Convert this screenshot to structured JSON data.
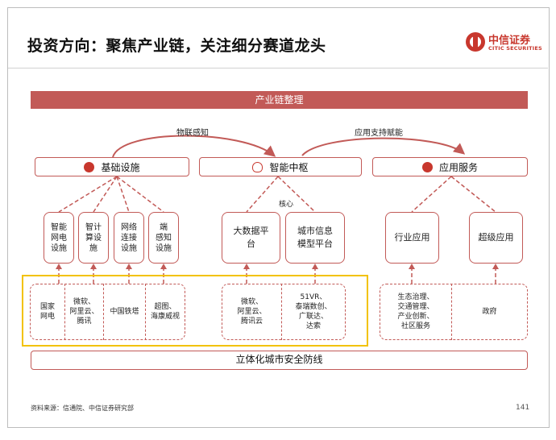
{
  "title": "投资方向：聚焦产业链，关注细分赛道龙头",
  "logo": {
    "cn": "中信证券",
    "en": "CITIC SECURITIES"
  },
  "banner": "产业链整理",
  "arrows": {
    "left": "物联感知",
    "right": "应用支持赋能"
  },
  "main": {
    "infra": "基础设施",
    "hub": "智能中枢",
    "apps": "应用服务"
  },
  "core_label": "核心",
  "infra_subs": [
    "智能\n网电\n设施",
    "智计\n算设\n施",
    "网络\n连接\n设施",
    "端\n感知\n设施"
  ],
  "hub_subs": [
    "大数据平\n台",
    "城市信息\n模型平台"
  ],
  "app_subs": [
    "行业应用",
    "超级应用"
  ],
  "infra_cos": [
    "国家\n网电",
    "微软、\n阿里云、\n腾讯",
    "中国铁塔",
    "超图、\n海康威视"
  ],
  "hub_cos": [
    "微软、\n阿里云、\n腾讯云",
    "51VR、\n泰瑞数创、\n广联达、\n达索"
  ],
  "app_cos": [
    "生态治理、\n交通管理、\n产业创新、\n社区服务",
    "政府"
  ],
  "bottom": "立体化城市安全防线",
  "source": "资料来源：信通院、中信证券研究部",
  "page_number": "141",
  "colors": {
    "accent": "#c25a57",
    "brand": "#c8372d",
    "highlight": "#f2c200"
  },
  "icons": [
    "plug-icon",
    "bulb-icon",
    "globe-icon"
  ]
}
